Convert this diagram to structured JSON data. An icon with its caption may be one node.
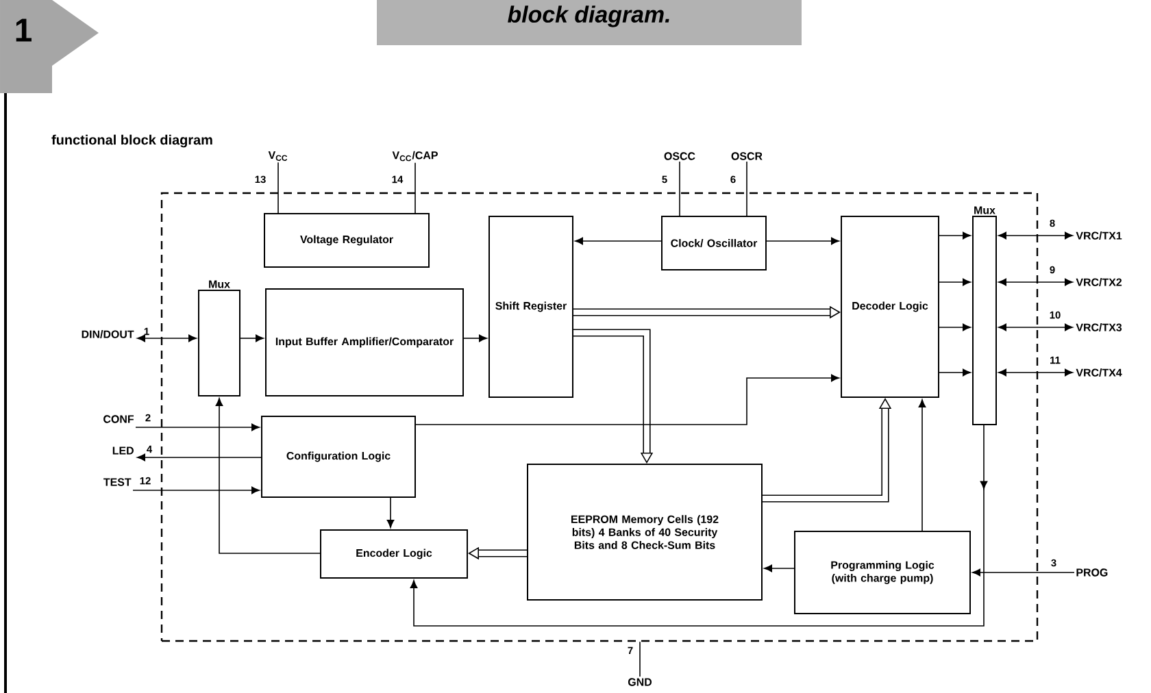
{
  "diagram": {
    "title": "functional block diagram",
    "nodes": [
      {
        "text": [],
        "shape": "box"
      },
      {
        "text": [
          "Voltage Regulator"
        ],
        "in": 0
      },
      {
        "text": [
          "Mux"
        ],
        "in": 0
      },
      {
        "text": [
          "Input Buffer Amplifier/Comparator"
        ],
        "in": 0
      },
      {
        "text": [
          "Shift Register"
        ],
        "in": 0
      },
      {
        "text": [
          "Clock/ Oscillator"
        ],
        "in": 0
      },
      {
        "text": [
          "Decoder Logic"
        ],
        "in": 0
      },
      {
        "text": [
          "Mux"
        ],
        "in": 0
      },
      {
        "text": [
          "Configuration Logic"
        ],
        "in": 0
      },
      {
        "text": [
          "EEPROM Memory Cells (192 bits) 4 Banks of 40 Security Bits and 8 Check-Sum Bits"
        ],
        "in": 0
      },
      {
        "text": [
          "Encoder Logic"
        ],
        "in": 0
      },
      {
        "text": [
          "Programming Logic (with charge pump)"
        ],
        "in": 0
      },
      {
        "text": [
          "V$_{CC}$"
        ],
        "beside": [
          "13"
        ]
      },
      {
        "text": [
          "V$_{CC}$/CAP"
        ],
        "beside": [
          "14"
        ]
      },
      {
        "text": [
          "OSCC"
        ],
        "beside": [
          "5"
        ]
      },
      {
        "text": [
          "OSCR"
        ],
        "beside": [
          "6"
        ]
      },
      {
        "text": [
          "DIN/DOUT"
        ],
        "beside": [
          "1"
        ]
      },
      {
        "text": [
          "CONF"
        ],
        "beside": [
          "2"
        ]
      },
      {
        "text": [
          "LED"
        ],
        "beside": [
          "4"
        ]
      },
      {
        "text": [
          "TEST"
        ],
        "beside": [
          "12"
        ]
      },
      {
        "text": [
          "VRC/TX1"
        ],
        "beside": [
          "8"
        ]
      },
      {
        "text": [
          "VRC/TX2"
        ],
        "beside": [
          "9"
        ]
      },
      {
        "text": [
          "VRC/TX3"
        ],
        "beside": [
          "10"
        ]
      },
      {
        "text": [
          "VRC/TX4"
        ],
        "beside": [
          "11"
        ]
      },
      {
        "text": [
          "PROG"
        ],
        "beside": [
          "3"
        ]
      },
      {
        "text": [
          "GND"
        ],
        "beside": [
          "7"
        ]
      }
    ],
    "edges": [
      {
        "from": 12,
        "to": 1,
        "arrow": "none"
      },
      {
        "from": 13,
        "to": 1,
        "arrow": "none"
      },
      {
        "from": 14,
        "to": 5,
        "arrow": "none"
      },
      {
        "from": 15,
        "to": 5,
        "arrow": "none"
      },
      {
        "from": 16,
        "to": 2,
        "arrow": "both"
      },
      {
        "from": 2,
        "to": 3,
        "arrow": "to"
      },
      {
        "from": 3,
        "to": 4,
        "arrow": "to"
      },
      {
        "from": 5,
        "to": 4,
        "arrow": "to"
      },
      {
        "from": 5,
        "to": 6,
        "arrow": "to"
      },
      {
        "from": 4,
        "to": 6,
        "arrow": "to",
        "style": "thick"
      },
      {
        "from": 4,
        "to": 9,
        "arrow": "to",
        "style": "thick"
      },
      {
        "from": 9,
        "to": 6,
        "arrow": "to",
        "style": "thick"
      },
      {
        "from": 9,
        "to": 10,
        "arrow": "to",
        "style": "thick"
      },
      {
        "from": 8,
        "to": 6,
        "arrow": "to"
      },
      {
        "from": 17,
        "to": 8,
        "arrow": "to"
      },
      {
        "from": 8,
        "to": 18,
        "arrow": "to"
      },
      {
        "from": 19,
        "to": 8,
        "arrow": "to"
      },
      {
        "from": 8,
        "to": 10,
        "arrow": "to"
      },
      {
        "from": 10,
        "to": 2,
        "arrow": "to"
      },
      {
        "from": 6,
        "to": 7,
        "arrow": "to"
      },
      {
        "from": 6,
        "to": 7,
        "arrow": "to"
      },
      {
        "from": 6,
        "to": 7,
        "arrow": "to"
      },
      {
        "from": 6,
        "to": 7,
        "arrow": "to"
      },
      {
        "from": 7,
        "to": 20,
        "arrow": "both"
      },
      {
        "from": 7,
        "to": 21,
        "arrow": "both"
      },
      {
        "from": 7,
        "to": 22,
        "arrow": "both"
      },
      {
        "from": 7,
        "to": 23,
        "arrow": "both"
      },
      {
        "from": 11,
        "to": 9,
        "arrow": "to"
      },
      {
        "from": 11,
        "to": 6,
        "arrow": "to"
      },
      {
        "from": 24,
        "to": 11,
        "arrow": "to"
      },
      {
        "from": 7,
        "to": 10,
        "arrow": "to"
      },
      {
        "from": 25,
        "to": 0,
        "arrow": "none"
      }
    ],
    "labels": [
      "1",
      "block diagram."
    ]
  }
}
